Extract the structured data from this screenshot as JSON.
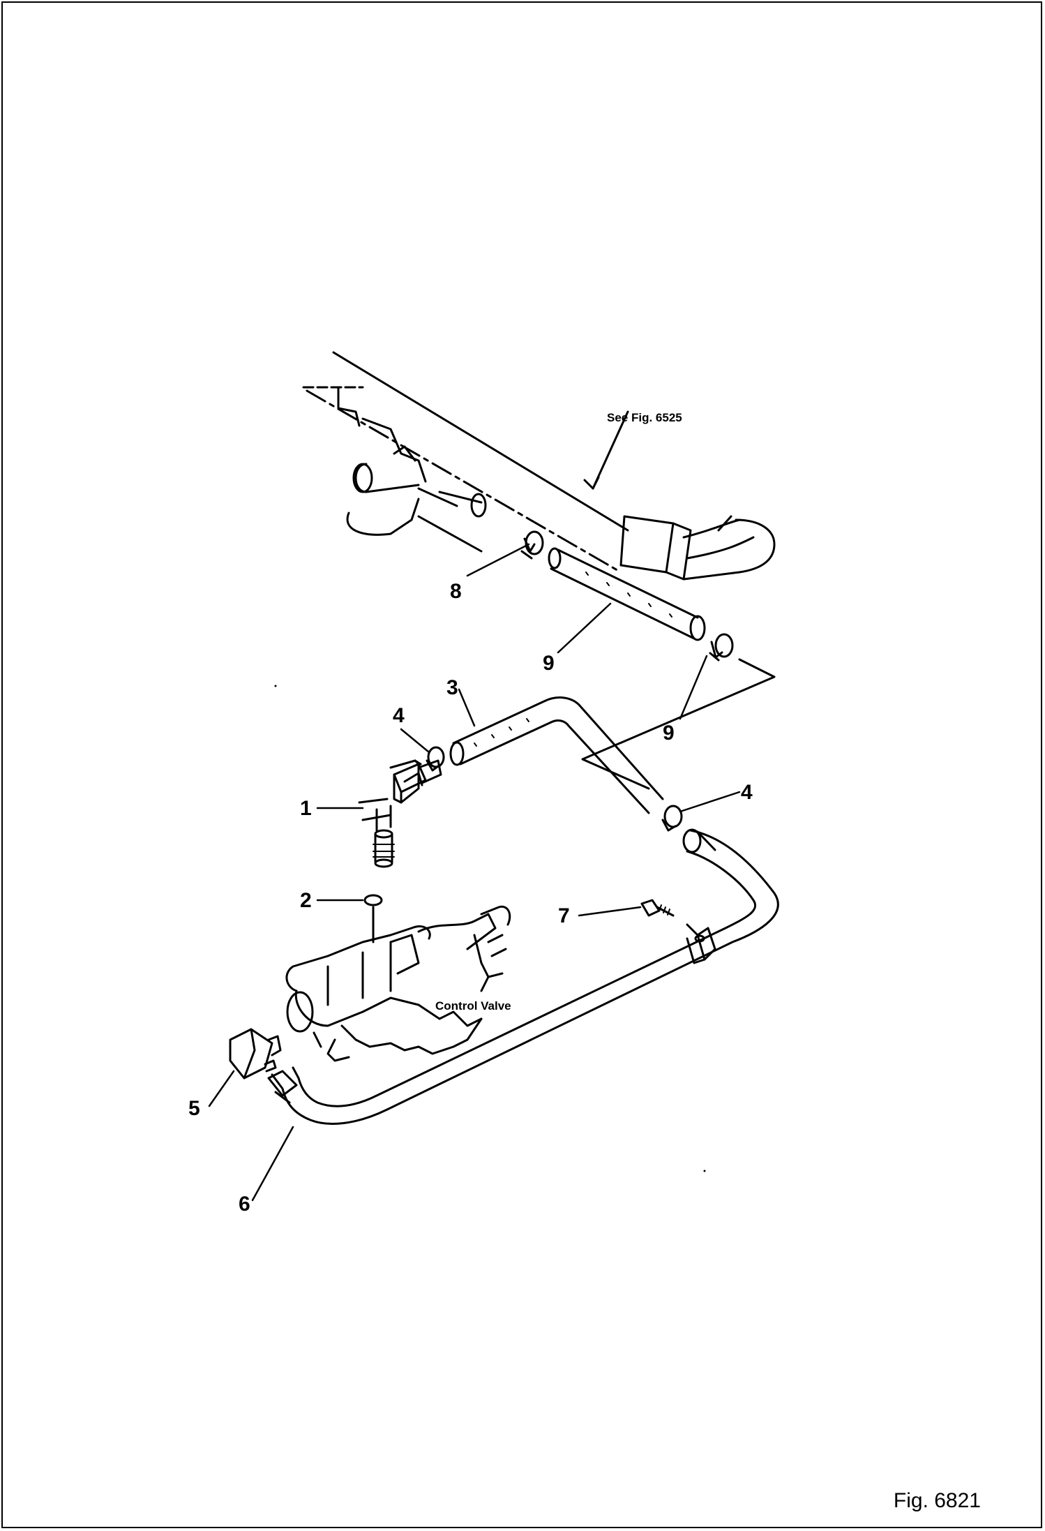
{
  "figure_label": "Fig. 6821",
  "reference_note": "See Fig. 6525",
  "component_label": "Control Valve",
  "callouts": [
    "1",
    "2",
    "3",
    "4",
    "4",
    "5",
    "6",
    "7",
    "8",
    "9",
    "9"
  ]
}
